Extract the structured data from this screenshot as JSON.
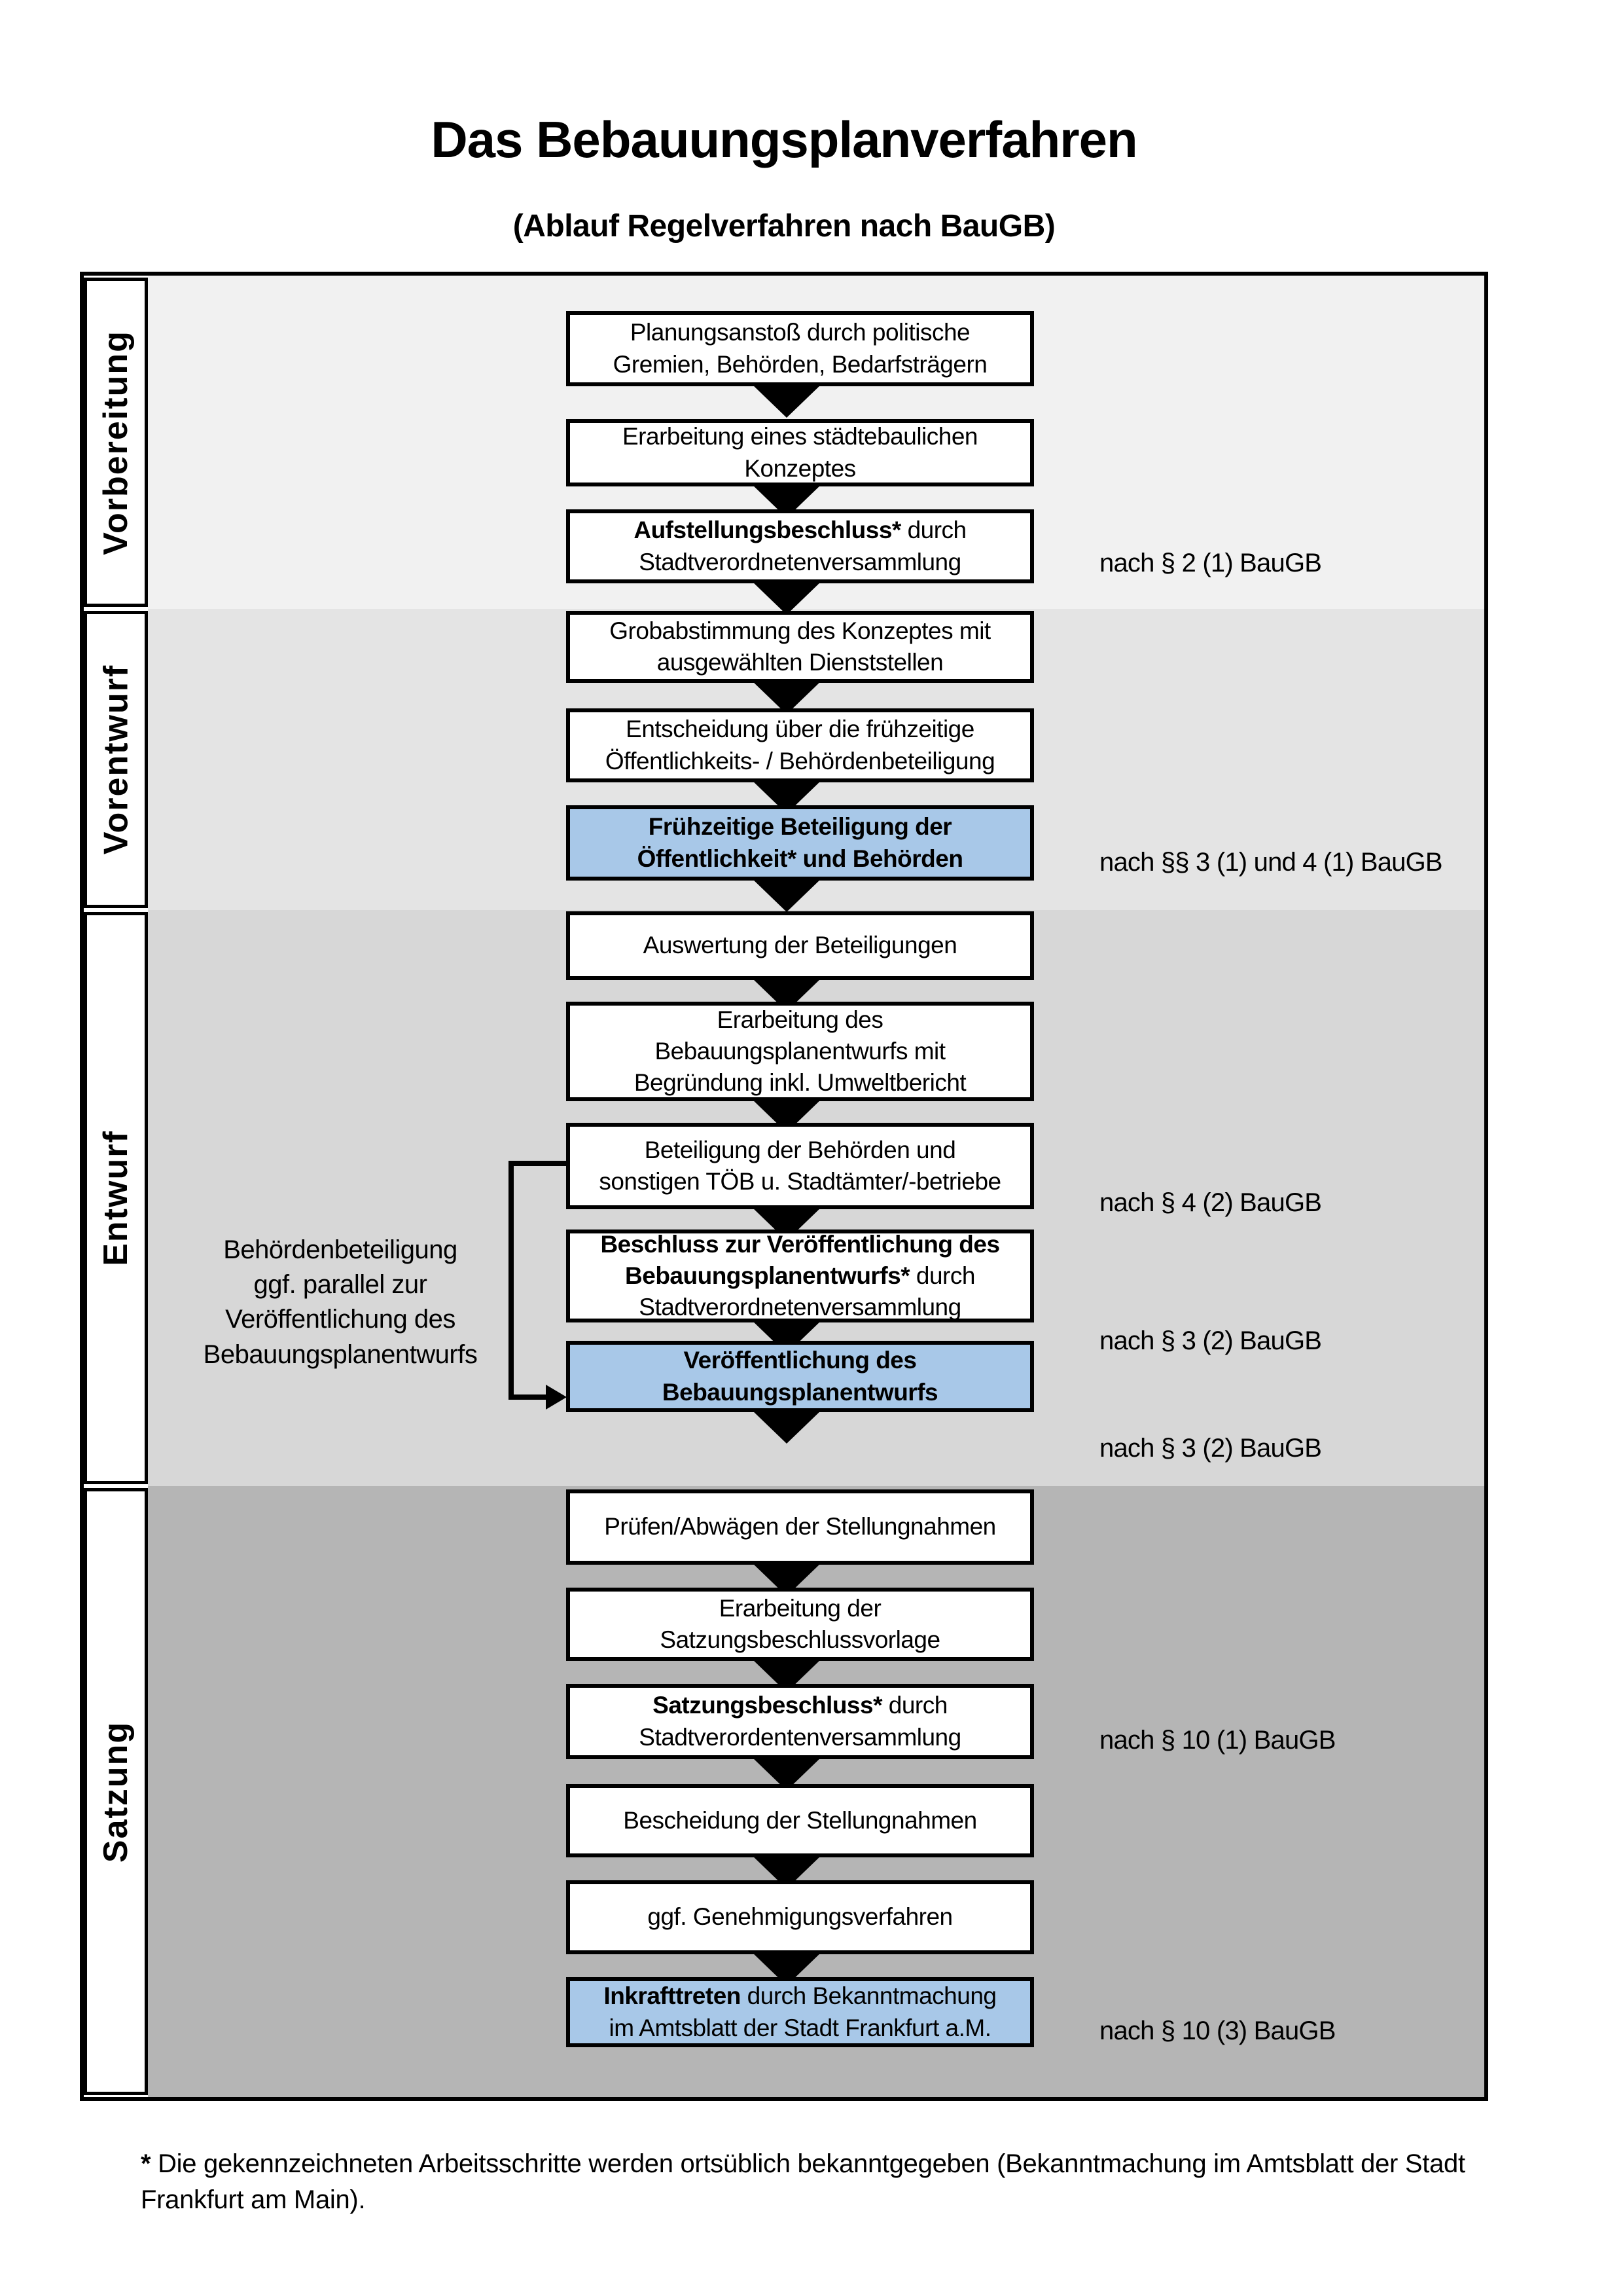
{
  "title": "Das Bebauungsplanverfahren",
  "subtitle": "(Ablauf Regelverfahren nach BauGB)",
  "colors": {
    "highlight_blue": "#a8c8e8",
    "box_border": "#000000",
    "section_vorbereitung": "#f1f1f1",
    "section_vorentwurf": "#e4e4e4",
    "section_entwurf": "#d7d7d7",
    "section_satzung": "#b5b5b5"
  },
  "phases": [
    {
      "id": "vorbereitung",
      "label": "Vorbereitung"
    },
    {
      "id": "vorentwurf",
      "label": "Vorentwurf"
    },
    {
      "id": "entwurf",
      "label": "Entwurf"
    },
    {
      "id": "satzung",
      "label": "Satzung"
    }
  ],
  "steps": [
    {
      "id": "planungsanstoss",
      "phase": "vorbereitung",
      "highlight": false,
      "lines": [
        [
          {
            "t": "Planungsanstoß durch politische",
            "b": false
          }
        ],
        [
          {
            "t": "Gremien, Behörden, Bedarfsträgern",
            "b": false
          }
        ]
      ]
    },
    {
      "id": "erarbeitung-konzept",
      "phase": "vorbereitung",
      "highlight": false,
      "lines": [
        [
          {
            "t": "Erarbeitung eines städtebaulichen",
            "b": false
          }
        ],
        [
          {
            "t": "Konzeptes",
            "b": false
          }
        ]
      ]
    },
    {
      "id": "aufstellungsbeschluss",
      "phase": "vorbereitung",
      "highlight": false,
      "lines": [
        [
          {
            "t": "Aufstellungsbeschluss*",
            "b": true
          },
          {
            "t": " durch",
            "b": false
          }
        ],
        [
          {
            "t": "Stadtverordnetenversammlung",
            "b": false
          }
        ]
      ]
    },
    {
      "id": "grobabstimmung",
      "phase": "vorentwurf",
      "highlight": false,
      "lines": [
        [
          {
            "t": "Grobabstimmung des Konzeptes mit",
            "b": false
          }
        ],
        [
          {
            "t": "ausgewählten Dienststellen",
            "b": false
          }
        ]
      ]
    },
    {
      "id": "entscheidung-beteiligung",
      "phase": "vorentwurf",
      "highlight": false,
      "lines": [
        [
          {
            "t": "Entscheidung über die frühzeitige",
            "b": false
          }
        ],
        [
          {
            "t": "Öffentlichkeits- / Behördenbeteiligung",
            "b": false
          }
        ]
      ]
    },
    {
      "id": "fruehzeitige-beteiligung",
      "phase": "vorentwurf",
      "highlight": true,
      "lines": [
        [
          {
            "t": "Frühzeitige Beteiligung der",
            "b": true
          }
        ],
        [
          {
            "t": "Öffentlichkeit* und Behörden",
            "b": true
          }
        ]
      ]
    },
    {
      "id": "auswertung",
      "phase": "entwurf",
      "highlight": false,
      "lines": [
        [
          {
            "t": "Auswertung der Beteiligungen",
            "b": false
          }
        ]
      ]
    },
    {
      "id": "erarbeitung-entwurf",
      "phase": "entwurf",
      "highlight": false,
      "lines": [
        [
          {
            "t": "Erarbeitung des",
            "b": false
          }
        ],
        [
          {
            "t": "Bebauungsplanentwurfs mit",
            "b": false
          }
        ],
        [
          {
            "t": "Begründung inkl. Umweltbericht",
            "b": false
          }
        ]
      ]
    },
    {
      "id": "beteiligung-behoerden",
      "phase": "entwurf",
      "highlight": false,
      "lines": [
        [
          {
            "t": "Beteiligung der Behörden und",
            "b": false
          }
        ],
        [
          {
            "t": "sonstigen TÖB u. Stadtämter/-betriebe",
            "b": false
          }
        ]
      ]
    },
    {
      "id": "beschluss-veroeffentlichung",
      "phase": "entwurf",
      "highlight": false,
      "lines": [
        [
          {
            "t": "Beschluss zur Veröffentlichung des",
            "b": true
          }
        ],
        [
          {
            "t": "Bebauungsplanentwurfs*",
            "b": true
          },
          {
            "t": " durch",
            "b": false
          }
        ],
        [
          {
            "t": "Stadtverordnetenversammlung",
            "b": false
          }
        ]
      ]
    },
    {
      "id": "veroeffentlichung",
      "phase": "entwurf",
      "highlight": true,
      "lines": [
        [
          {
            "t": "Veröffentlichung des",
            "b": true
          }
        ],
        [
          {
            "t": "Bebauungsplanentwurfs",
            "b": true
          }
        ]
      ]
    },
    {
      "id": "pruefen-abwaegen",
      "phase": "satzung",
      "highlight": false,
      "lines": [
        [
          {
            "t": "Prüfen/Abwägen der Stellungnahmen",
            "b": false
          }
        ]
      ]
    },
    {
      "id": "erarbeitung-satzungsvorlage",
      "phase": "satzung",
      "highlight": false,
      "lines": [
        [
          {
            "t": "Erarbeitung der",
            "b": false
          }
        ],
        [
          {
            "t": "Satzungsbeschlussvorlage",
            "b": false
          }
        ]
      ]
    },
    {
      "id": "satzungsbeschluss",
      "phase": "satzung",
      "highlight": false,
      "lines": [
        [
          {
            "t": "Satzungsbeschluss*",
            "b": true
          },
          {
            "t": " durch",
            "b": false
          }
        ],
        [
          {
            "t": "Stadtverordentenversammlung",
            "b": false
          }
        ]
      ]
    },
    {
      "id": "bescheidung",
      "phase": "satzung",
      "highlight": false,
      "lines": [
        [
          {
            "t": "Bescheidung der Stellungnahmen",
            "b": false
          }
        ]
      ]
    },
    {
      "id": "genehmigungsverfahren",
      "phase": "satzung",
      "highlight": false,
      "lines": [
        [
          {
            "t": "ggf. Genehmigungsverfahren",
            "b": false
          }
        ]
      ]
    },
    {
      "id": "inkrafttreten",
      "phase": "satzung",
      "highlight": true,
      "lines": [
        [
          {
            "t": "Inkrafttreten",
            "b": true
          },
          {
            "t": " durch Bekanntmachung",
            "b": false
          }
        ],
        [
          {
            "t": "im Amtsblatt der Stadt Frankfurt a.M.",
            "b": false
          }
        ]
      ]
    }
  ],
  "annotations": [
    {
      "id": "a1",
      "text": "nach § 2 (1) BauGB"
    },
    {
      "id": "a2",
      "text": "nach §§ 3 (1) und 4 (1) BauGB"
    },
    {
      "id": "a3",
      "text": "nach § 4 (2) BauGB"
    },
    {
      "id": "a4",
      "text": "nach § 3 (2) BauGB"
    },
    {
      "id": "a5",
      "text": "nach § 3 (2) BauGB"
    },
    {
      "id": "a6",
      "text": "nach § 10 (1) BauGB"
    },
    {
      "id": "a7",
      "text": "nach § 10 (3) BauGB"
    }
  ],
  "side_note": {
    "lines": [
      "Behördenbeteiligung",
      "ggf. parallel zur",
      "Veröffentlichung des",
      "Bebauungsplanentwurfs"
    ]
  },
  "footnote": {
    "lines": [
      [
        {
          "t": "*",
          "b": true
        },
        {
          "t": " Die gekennzeichneten Arbeitsschritte werden ortsüblich bekanntgegeben (Bekanntmachung im Amtsblatt  der Stadt",
          "b": false
        }
      ],
      [
        {
          "t": "Frankfurt am Main).",
          "b": false
        }
      ]
    ]
  }
}
